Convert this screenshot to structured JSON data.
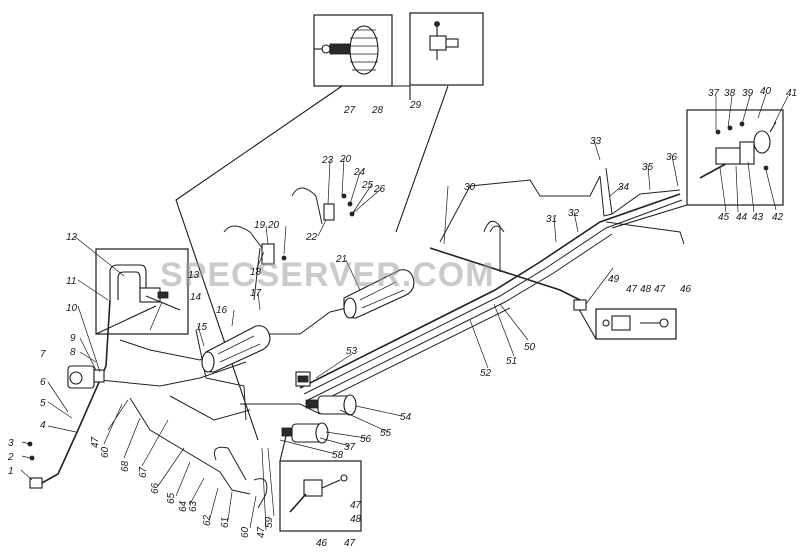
{
  "watermark": "SPECSERVER.COM",
  "labels": {
    "l1": "1",
    "l2": "2",
    "l3": "3",
    "l4": "4",
    "l5": "5",
    "l6": "6",
    "l7": "7",
    "l8": "8",
    "l9": "9",
    "l10": "10",
    "l11": "11",
    "l12": "12",
    "l13": "13",
    "l14": "14",
    "l15": "15",
    "l16": "16",
    "l17": "17",
    "l18": "18",
    "l19": "19",
    "l20a": "20",
    "l20b": "20",
    "l21": "21",
    "l22": "22",
    "l23": "23",
    "l24": "24",
    "l25": "25",
    "l26": "26",
    "l27": "27",
    "l28": "28",
    "l29": "29",
    "l30": "30",
    "l31": "31",
    "l32": "32",
    "l33": "33",
    "l34": "34",
    "l35": "35",
    "l36": "36",
    "l37a": "37",
    "l38": "38",
    "l39": "39",
    "l40": "40",
    "l41": "41",
    "l42": "42",
    "l43": "43",
    "l44": "44",
    "l45": "45",
    "l46a": "46",
    "l47a": "47",
    "l47b": "47",
    "l48a": "48",
    "l49": "49",
    "l50": "50",
    "l51": "51",
    "l52": "52",
    "l53": "53",
    "l54": "54",
    "l55": "55",
    "l56": "56",
    "l37b": "37",
    "l58": "58",
    "l59": "59",
    "l47c": "47",
    "l60a": "60",
    "l61": "61",
    "l62": "62",
    "l63": "63",
    "l64": "64",
    "l65": "65",
    "l66": "66",
    "l67": "67",
    "l68": "68",
    "l60b": "60",
    "l47d": "47",
    "l46b": "46",
    "l47e": "47",
    "l48b": "48",
    "l47f": "47"
  }
}
